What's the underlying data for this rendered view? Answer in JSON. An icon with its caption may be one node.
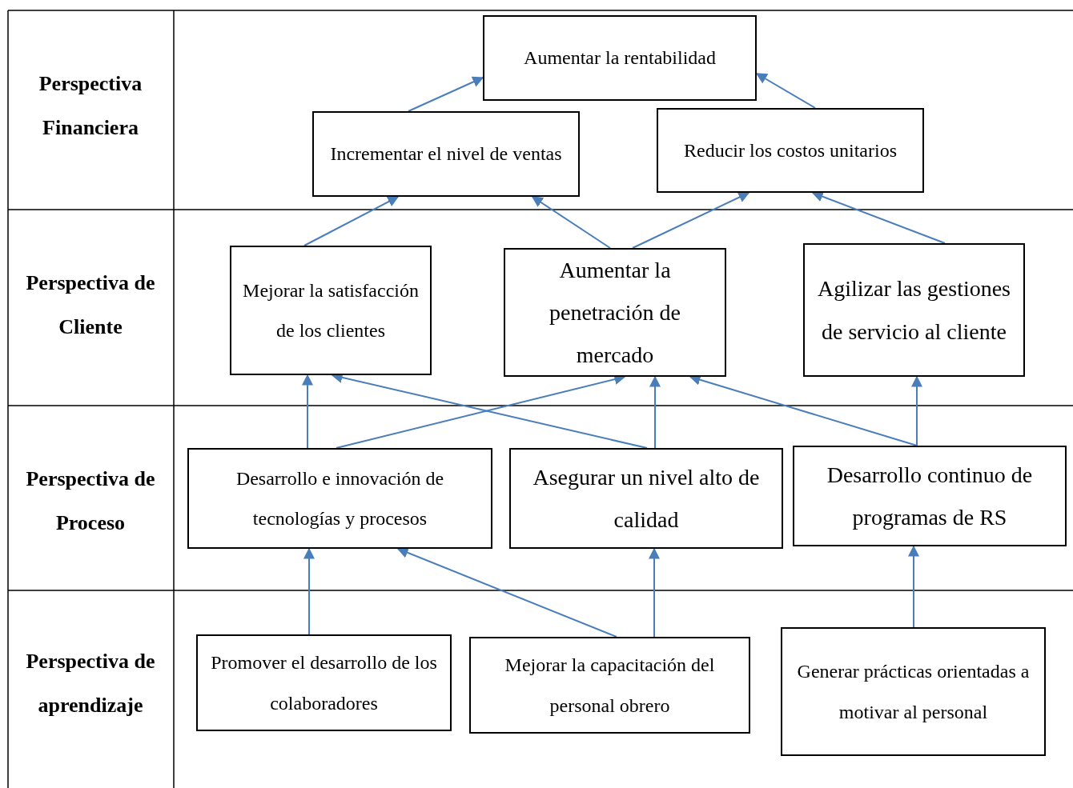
{
  "diagram": {
    "nodes": [
      {
        "text": [
          "Aumentar la rentabilidad"
        ]
      },
      {
        "text": [
          "Incrementar el nivel de ventas"
        ]
      },
      {
        "text": [
          "Reducir los costos unitarios"
        ]
      },
      {
        "text": [
          "Mejorar la satisfacción de los clientes"
        ]
      },
      {
        "text": [
          "Aumentar la penetración de mercado"
        ]
      },
      {
        "text": [
          "Agilizar las gestiones de servicio al cliente"
        ]
      },
      {
        "text": [
          "Desarrollo e innovación de tecnologías y procesos"
        ]
      },
      {
        "text": [
          "Asegurar un nivel alto de calidad"
        ]
      },
      {
        "text": [
          "Desarrollo continuo de programas de RS"
        ]
      },
      {
        "text": [
          "Promover el desarrollo de los colaboradores"
        ]
      },
      {
        "text": [
          "Mejorar la capacitación del personal obrero"
        ]
      },
      {
        "text": [
          "Generar prácticas orientadas a motivar al personal"
        ]
      }
    ],
    "edges": [
      {
        "from": 1,
        "to": 0,
        "arrow": "to"
      },
      {
        "from": 2,
        "to": 0,
        "arrow": "to"
      },
      {
        "from": 3,
        "to": 1,
        "arrow": "to"
      },
      {
        "from": 4,
        "to": 1,
        "arrow": "to"
      },
      {
        "from": 4,
        "to": 2,
        "arrow": "to"
      },
      {
        "from": 5,
        "to": 2,
        "arrow": "to"
      },
      {
        "from": 6,
        "to": 3,
        "arrow": "to"
      },
      {
        "from": 6,
        "to": 4,
        "arrow": "to"
      },
      {
        "from": 7,
        "to": 3,
        "arrow": "to"
      },
      {
        "from": 7,
        "to": 4,
        "arrow": "to"
      },
      {
        "from": 8,
        "to": 4,
        "arrow": "to"
      },
      {
        "from": 8,
        "to": 5,
        "arrow": "to"
      },
      {
        "from": 9,
        "to": 6,
        "arrow": "to"
      },
      {
        "from": 10,
        "to": 6,
        "arrow": "to"
      },
      {
        "from": 10,
        "to": 7,
        "arrow": "to"
      },
      {
        "from": 11,
        "to": 8,
        "arrow": "to"
      }
    ],
    "labels": [
      "Perspectiva Financiera",
      "Perspectiva de Cliente",
      "Perspectiva de Proceso",
      "Perspectiva de aprendizaje"
    ]
  }
}
